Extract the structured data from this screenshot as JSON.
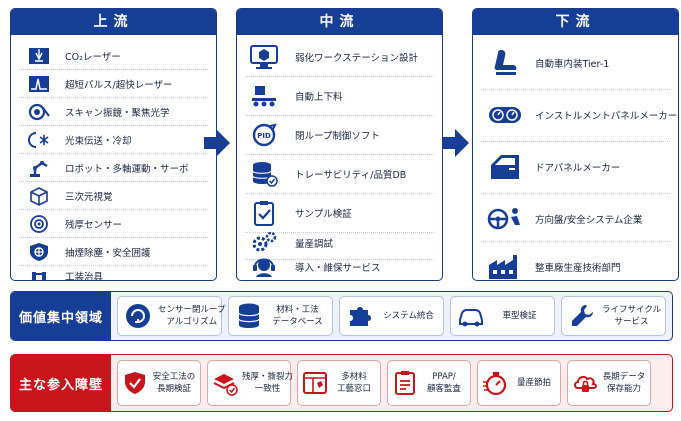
{
  "columns": {
    "upstream": {
      "title": "上流",
      "items": [
        "CO₂レーザー",
        "超短パルス/超快レーザー",
        "スキャン振鏡・聚焦光学",
        "光束伝送・冷却",
        "ロボット・多軸運動・サーボ",
        "三次元視覚",
        "残厚センサー",
        "抽煙除塵・安全囲護",
        "工装治具"
      ]
    },
    "midstream": {
      "title": "中流",
      "items": [
        "弱化ワークステーション設計",
        "自動上下料",
        "閉ループ制御ソフト",
        "トレーサビリティ/品質DB",
        "サンプル検証",
        "量産調試",
        "導入・維保サービス"
      ]
    },
    "downstream": {
      "title": "下流",
      "items": [
        "自動車内装Tier-1",
        "インストルメントパネルメーカー",
        "ドアパネルメーカー",
        "方向盤/安全システム企業",
        "整車廠生産技術部門"
      ]
    }
  },
  "value_band": {
    "label": "価値集中領域",
    "cards": [
      {
        "line1": "センサー閉ループ",
        "line2": "アルゴリズム",
        "icon": "closed-loop-icon"
      },
      {
        "line1": "材料・工法",
        "line2": "データベース",
        "icon": "database-icon"
      },
      {
        "line1": "システム統合",
        "line2": "",
        "icon": "puzzle-icon"
      },
      {
        "line1": "車型検証",
        "line2": "",
        "icon": "car-icon"
      },
      {
        "line1": "ライフサイクル",
        "line2": "サービス",
        "icon": "wrench-icon"
      }
    ]
  },
  "barrier_band": {
    "label": "主な参入障壁",
    "cards": [
      {
        "line1": "安全工法の",
        "line2": "長期検証",
        "icon": "shield-check-icon"
      },
      {
        "line1": "残厚・撕裂力",
        "line2": "一致性",
        "icon": "layers-check-icon"
      },
      {
        "line1": "多材料",
        "line2": "工藝窓口",
        "icon": "materials-window-icon"
      },
      {
        "line1": "PPAP/",
        "line2": "顧客監査",
        "icon": "checklist-icon"
      },
      {
        "line1": "量産節拍",
        "line2": "",
        "icon": "stopwatch-icon"
      },
      {
        "line1": "長期データ",
        "line2": "保存能力",
        "icon": "cloud-lock-icon"
      }
    ]
  },
  "colors": {
    "primary_blue": "#173e96",
    "barrier_red": "#c8141b"
  }
}
